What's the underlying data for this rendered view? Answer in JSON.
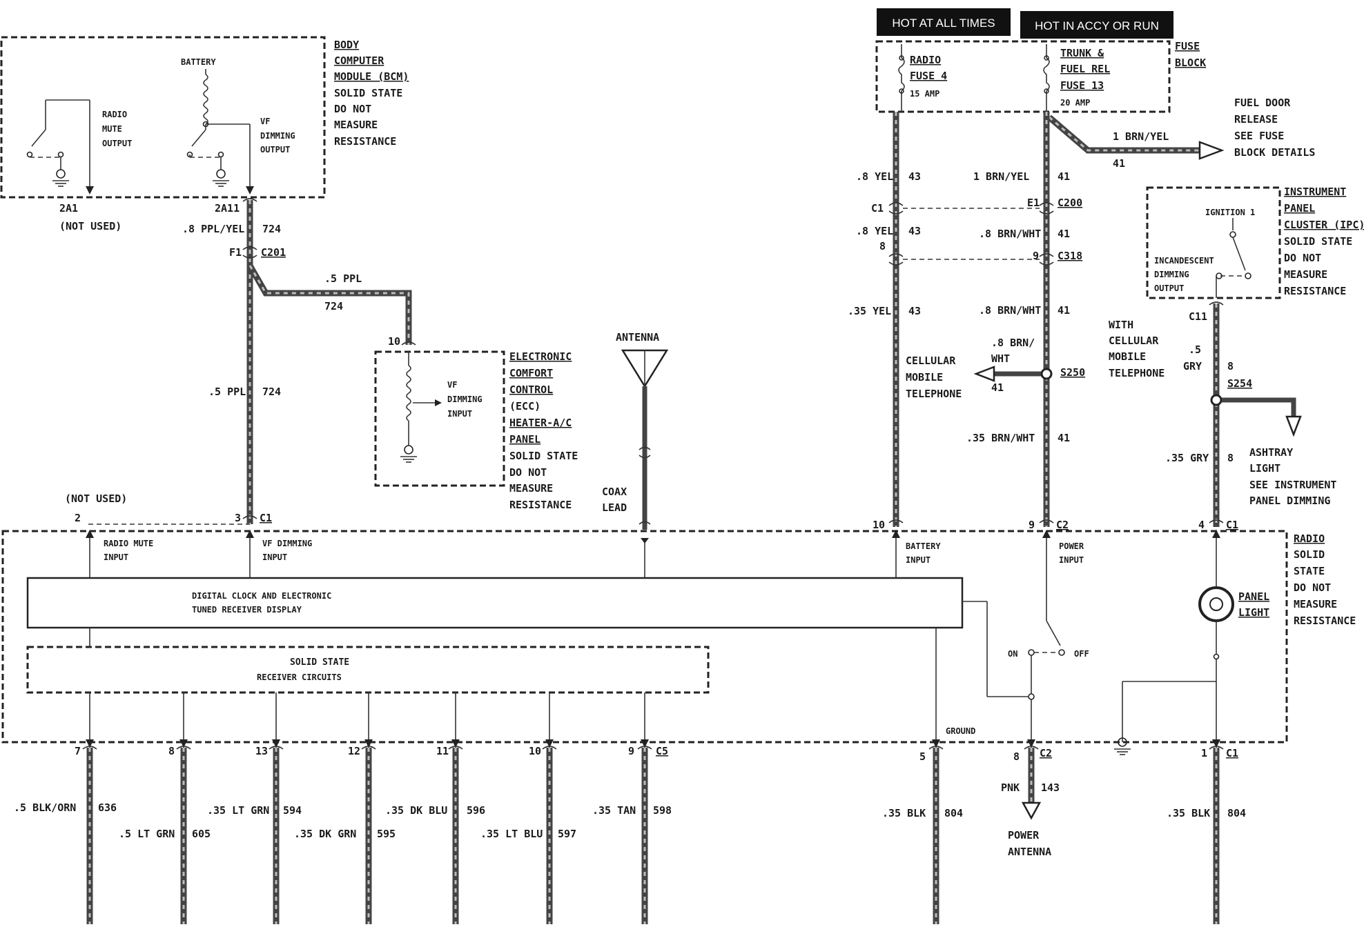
{
  "headers": {
    "hot_at_all_times": "HOT AT ALL TIMES",
    "hot_in_accy": "HOT IN ACCY OR RUN"
  },
  "bcm": {
    "label": [
      "BODY",
      "COMPUTER",
      "MODULE (BCM)",
      "SOLID STATE",
      "DO NOT",
      "MEASURE",
      "RESISTANCE"
    ],
    "battery": "BATTERY",
    "radio_mute_output": [
      "RADIO",
      "MUTE",
      "OUTPUT"
    ],
    "vf_dimming_output": [
      "VF",
      "DIMMING",
      "OUTPUT"
    ],
    "pin_2a1": "2A1",
    "not_used": "(NOT USED)",
    "pin_2a11": "2A11"
  },
  "fuse_block": {
    "label": [
      "FUSE",
      "BLOCK"
    ],
    "radio_fuse": [
      "RADIO",
      "FUSE 4",
      "15 AMP"
    ],
    "trunk_fuse": [
      "TRUNK &",
      "FUEL REL",
      "FUSE 13",
      "20 AMP"
    ]
  },
  "fuel_door": {
    "label": [
      "FUEL DOOR",
      "RELEASE",
      "SEE FUSE",
      "BLOCK DETAILS"
    ],
    "wire": "1 BRN/YEL",
    "circuit": "41"
  },
  "wires_left": {
    "w1": ".8 PPL/YEL",
    "c1": "724",
    "f1": "F1",
    "c201": "C201",
    "w2": ".5 PPL",
    "c2": "724",
    "w3": ".5 PPL",
    "c3": "724"
  },
  "ecc": {
    "pin": "10",
    "label": [
      "ELECTRONIC",
      "COMFORT",
      "CONTROL",
      "(ECC)",
      "HEATER-A/C",
      "PANEL",
      "SOLID STATE",
      "DO NOT",
      "MEASURE",
      "RESISTANCE"
    ],
    "vf_dimming_input": [
      "VF",
      "DIMMING",
      "INPUT"
    ]
  },
  "antenna": {
    "label": "ANTENNA",
    "coax": [
      "COAX",
      "LEAD"
    ]
  },
  "battery_feed": {
    "w1": ".8 YEL",
    "c1": "43",
    "conn1_pin": "C1",
    "w2": ".8 YEL",
    "c2": "43",
    "conn2_pin": "8",
    "w3": ".35 YEL",
    "c3": "43",
    "pin": "10"
  },
  "power_feed": {
    "w1": "1 BRN/YEL",
    "c1": "41",
    "e1": "E1",
    "c200": "C200",
    "w2": ".8 BRN/WHT",
    "c2": "41",
    "p9": "9",
    "c318": "C318",
    "w3": ".8 BRN/WHT",
    "c3": "41",
    "w4": [
      ".8 BRN/",
      "WHT"
    ],
    "c4": "41",
    "s250": "S250",
    "w5": ".35 BRN/WHT",
    "c5": "41",
    "pin": "9",
    "conn": "C2"
  },
  "cellular_left": [
    "CELLULAR",
    "MOBILE",
    "TELEPHONE"
  ],
  "cellular_right": [
    "WITH",
    "CELLULAR",
    "MOBILE",
    "TELEPHONE"
  ],
  "ipc": {
    "label": [
      "INSTRUMENT",
      "PANEL",
      "CLUSTER (IPC)",
      "SOLID STATE",
      "DO NOT",
      "MEASURE",
      "RESISTANCE"
    ],
    "ignition": "IGNITION 1",
    "incandescent": [
      "INCANDESCENT",
      "DIMMING",
      "OUTPUT"
    ],
    "c11": "C11",
    "w1": [
      ".5",
      "GRY"
    ],
    "c1": "8",
    "s254": "S254",
    "w2": ".35 GRY",
    "c2": "8",
    "pin": "4",
    "conn": "C1"
  },
  "ashtray": [
    "ASHTRAY",
    "LIGHT",
    "SEE INSTRUMENT",
    "PANEL DIMMING"
  ],
  "radio": {
    "label": [
      "RADIO",
      "SOLID",
      "STATE",
      "DO NOT",
      "MEASURE",
      "RESISTANCE"
    ],
    "not_used": "(NOT USED)",
    "pin2": "2",
    "pin3": "3",
    "conn_c1": "C1",
    "radio_mute_input": [
      "RADIO MUTE",
      "INPUT"
    ],
    "vf_dimming_input": [
      "VF DIMMING",
      "INPUT"
    ],
    "battery_input": [
      "BATTERY",
      "INPUT"
    ],
    "power_input": [
      "POWER",
      "INPUT"
    ],
    "display": [
      "DIGITAL CLOCK AND ELECTRONIC",
      "TUNED RECEIVER DISPLAY"
    ],
    "receiver": [
      "SOLID STATE",
      "RECEIVER CIRCUITS"
    ],
    "on": "ON",
    "off": "OFF",
    "panel_light": [
      "PANEL",
      "LIGHT"
    ],
    "ground": "GROUND"
  },
  "bottom_wires": [
    {
      "pin": "7",
      "wire": ".5 BLK/ORN",
      "circuit": "636"
    },
    {
      "pin": "8",
      "wire": ".5 LT GRN",
      "circuit": "605"
    },
    {
      "pin": "13",
      "wire": ".35 LT GRN",
      "circuit": "594"
    },
    {
      "pin": "12",
      "wire": ".35 DK GRN",
      "circuit": "595"
    },
    {
      "pin": "11",
      "wire": ".35 DK BLU",
      "circuit": "596"
    },
    {
      "pin": "10",
      "wire": ".35 LT BLU",
      "circuit": "597"
    },
    {
      "pin": "9",
      "wire": ".35 TAN",
      "circuit": "598"
    }
  ],
  "conn_c5": "C5",
  "ground_wire": {
    "pin": "5",
    "wire": ".35 BLK",
    "circuit": "804"
  },
  "antenna_wire": {
    "pin": "8",
    "conn": "C2",
    "wire": "PNK",
    "circuit": "143",
    "label": [
      "POWER",
      "ANTENNA"
    ]
  },
  "panel_wire": {
    "pin": "1",
    "conn": "C1",
    "wire": ".35 BLK",
    "circuit": "804"
  }
}
